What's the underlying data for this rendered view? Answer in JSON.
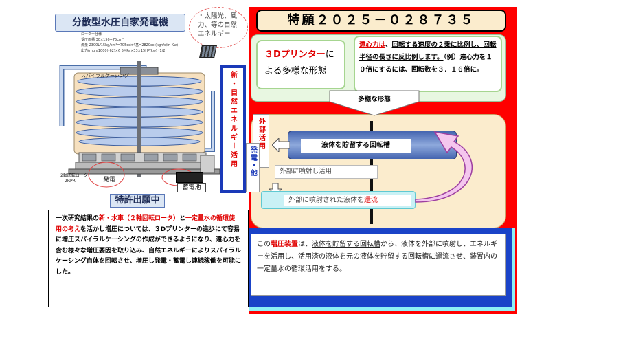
{
  "left": {
    "title": "分散型水圧自家発電機",
    "sun_note": "・太陽光、風力、等の自然エネルギー",
    "spec_label": "ローター仕様",
    "spec_rows": [
      "受圧面積 30×150=75cm²",
      "流量 2300L/15kg/cm²=705cc×4基=2820cc (kgh/s/m·Kw)",
      "出力(mgh/1000)(62)×6 5MPa×33×15HP(kw) (1/2)"
    ],
    "spiral_label": "スパイラルケーシング",
    "rotor_label": "2軸回転ローター",
    "rotor_sub": "2RPR",
    "power_label": "発電",
    "storage_label": "蓄電池",
    "vertical_banner": "新・自然エネルギー活用",
    "patent_badge": "特許出願中",
    "description": {
      "p1": "一次研究結果の",
      "p2": "新・水車（２軸回転ロータ）",
      "p3": "と",
      "p4": "一定量水の循環使用の考え",
      "p5": "を活かし増圧については、３Dプリンターの進歩にて容易に増圧スパイラルケーシングの作成ができるようになり、遠心力を含む様々な増圧要因を取り込み、自然エネルギーによりスパイラルケーシング自体を回転させ、増圧し発電・蓄電し連続稼働を可能にした。"
    }
  },
  "right": {
    "patent_number": "特願２０２５－０２８７３５",
    "printer_a": "３Dプリンター",
    "printer_b": "による多様な形態",
    "centrifugal": {
      "s1": "遠心力は",
      "s2": "、",
      "s3": "回転する速度の２乗に比例し、回転半径の長さに反比例します。",
      "s4": "（例）遠心力を１０倍にするには、回転数を３．１６倍に。"
    },
    "variety_label": "多様な形態",
    "outer_use": "外部活用",
    "gen_etc": "発電・他",
    "tank_label": "液体を貯留する回転槽",
    "spray_label": "外部に噴射し活用",
    "returned_a": "外部に噴射された液体を",
    "returned_b": "還流",
    "bottom": {
      "t1": "この",
      "t2": "増圧装置",
      "t3": "は、",
      "t4": "液体を貯留する回転槽",
      "t5": "から、液体を外部に噴射し、エネルギーを活用し、活用済の液体を元の液体を貯留する回転槽に還流させ、装置内の一定量水の循環活用をする。"
    }
  },
  "colors": {
    "frame_red": "#ff0000",
    "frame_blue": "#1a43c8",
    "frame_cyan": "#8ef0f5",
    "cream": "#fbeccd",
    "mint": "#e8f7e1",
    "banner_blue": "#1a39b8",
    "tank_blue": "#5f80c8"
  }
}
